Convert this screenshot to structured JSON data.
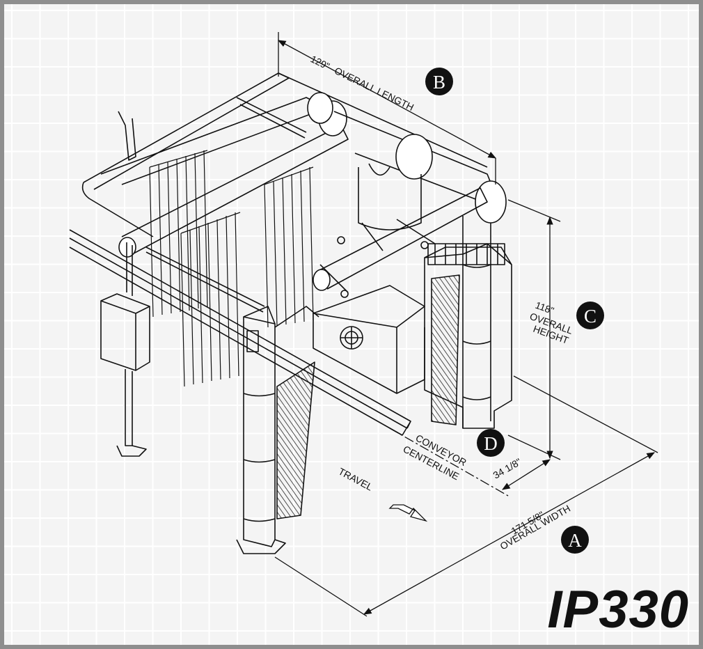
{
  "colors": {
    "ink": "#111111",
    "frame": "#8e8e8e",
    "grid_bg": "#f4f4f4"
  },
  "dimensions": {
    "length": {
      "badge": "B",
      "value": "129\"",
      "label": "OVERALL LENGTH"
    },
    "height": {
      "badge": "C",
      "value": "118\"",
      "label_1": "OVERALL",
      "label_2": "HEIGHT"
    },
    "width": {
      "badge": "A",
      "value": "171 5/8\"",
      "label": "OVERALL WIDTH"
    },
    "offset": {
      "badge": "D",
      "value": "34 1/8\""
    }
  },
  "conveyor": {
    "label_1": "CONVEYOR",
    "label_2": "CENTERLINE"
  },
  "travel": {
    "label": "TRAVEL"
  },
  "model": "IP330"
}
